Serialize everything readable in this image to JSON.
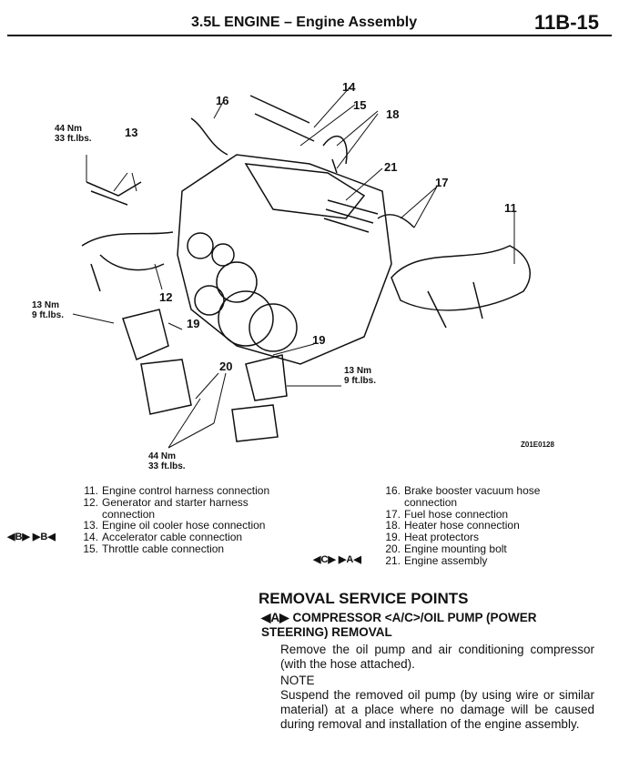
{
  "header": {
    "title": "3.5L ENGINE – Engine Assembly",
    "page": "11B-15"
  },
  "figure": {
    "callouts": [
      "11",
      "12",
      "13",
      "14",
      "15",
      "16",
      "17",
      "18",
      "19",
      "19",
      "20",
      "21"
    ],
    "torques": [
      {
        "nm": "44 Nm",
        "ftlbs": "33 ft.lbs."
      },
      {
        "nm": "13 Nm",
        "ftlbs": "9 ft.lbs."
      },
      {
        "nm": "13 Nm",
        "ftlbs": "9 ft.lbs."
      },
      {
        "nm": "44 Nm",
        "ftlbs": "33 ft.lbs."
      }
    ],
    "code": "Z01E0128"
  },
  "legend": {
    "left": [
      {
        "num": "11.",
        "text": "Engine control harness connection",
        "marks": ""
      },
      {
        "num": "12.",
        "text": "Generator and starter harness connection",
        "marks": ""
      },
      {
        "num": "13.",
        "text": "Engine oil cooler hose connection",
        "marks": "◀B▶  ▶B◀"
      },
      {
        "num": "14.",
        "text": "Accelerator cable connection",
        "marks": ""
      },
      {
        "num": "15.",
        "text": "Throttle cable connection",
        "marks": ""
      }
    ],
    "right": [
      {
        "num": "16.",
        "text": "Brake booster vacuum hose connection",
        "marks": ""
      },
      {
        "num": "17.",
        "text": "Fuel hose connection",
        "marks": ""
      },
      {
        "num": "18.",
        "text": "Heater hose connection",
        "marks": ""
      },
      {
        "num": "19.",
        "text": "Heat protectors",
        "marks": ""
      },
      {
        "num": "20.",
        "text": "Engine mounting bolt",
        "marks": ""
      },
      {
        "num": "21.",
        "text": "Engine assembly",
        "marks": "◀C▶  ▶A◀"
      }
    ]
  },
  "section": {
    "title": "REMOVAL SERVICE POINTS",
    "sub_mark": "◀A▶",
    "sub_title": "COMPRESSOR <A/C>/OIL PUMP (POWER STEERING) REMOVAL",
    "para": "Remove the oil pump and air conditioning compressor (with the hose attached).",
    "note_label": "NOTE",
    "note": "Suspend the removed oil pump (by using wire or similar material) at a place where no damage will be caused during removal and installation of the engine assembly."
  }
}
